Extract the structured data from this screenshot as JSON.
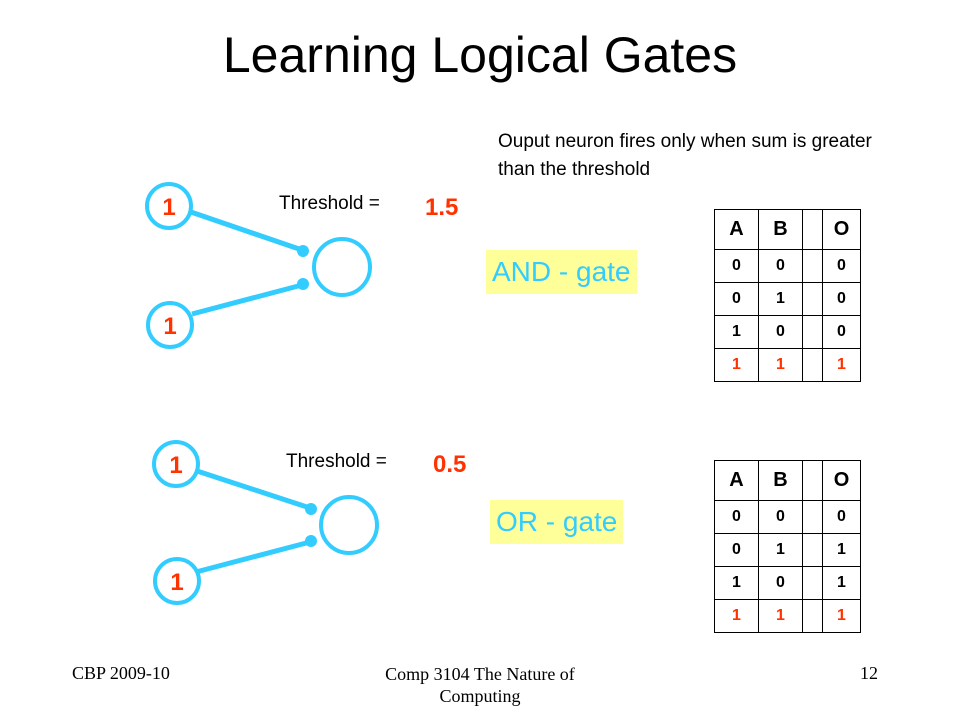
{
  "title": "Learning Logical Gates",
  "note": "Ouput neuron fires only when sum is greater than the threshold",
  "colors": {
    "neuron": "#33ccff",
    "accent": "#ff3300",
    "gate_box": "#ffff99"
  },
  "and_gate": {
    "input_top": "1",
    "input_bottom": "1",
    "threshold_label": "Threshold =",
    "threshold_value": "1.5",
    "gate_label": "AND - gate",
    "table": {
      "headers": [
        "A",
        "B",
        "",
        "O"
      ],
      "rows": [
        [
          "0",
          "0",
          "",
          "0"
        ],
        [
          "0",
          "1",
          "",
          "0"
        ],
        [
          "1",
          "0",
          "",
          "0"
        ],
        [
          "1",
          "1",
          "",
          "1"
        ]
      ]
    }
  },
  "or_gate": {
    "input_top": "1",
    "input_bottom": "1",
    "threshold_label": "Threshold =",
    "threshold_value": "0.5",
    "gate_label": "OR - gate",
    "table": {
      "headers": [
        "A",
        "B",
        "",
        "O"
      ],
      "rows": [
        [
          "0",
          "0",
          "",
          "0"
        ],
        [
          "0",
          "1",
          "",
          "1"
        ],
        [
          "1",
          "0",
          "",
          "1"
        ],
        [
          "1",
          "1",
          "",
          "1"
        ]
      ]
    }
  },
  "footer": {
    "left": "CBP 2009-10",
    "center_line1": "Comp 3104 The Nature of",
    "center_line2": "Computing",
    "right": "12"
  }
}
